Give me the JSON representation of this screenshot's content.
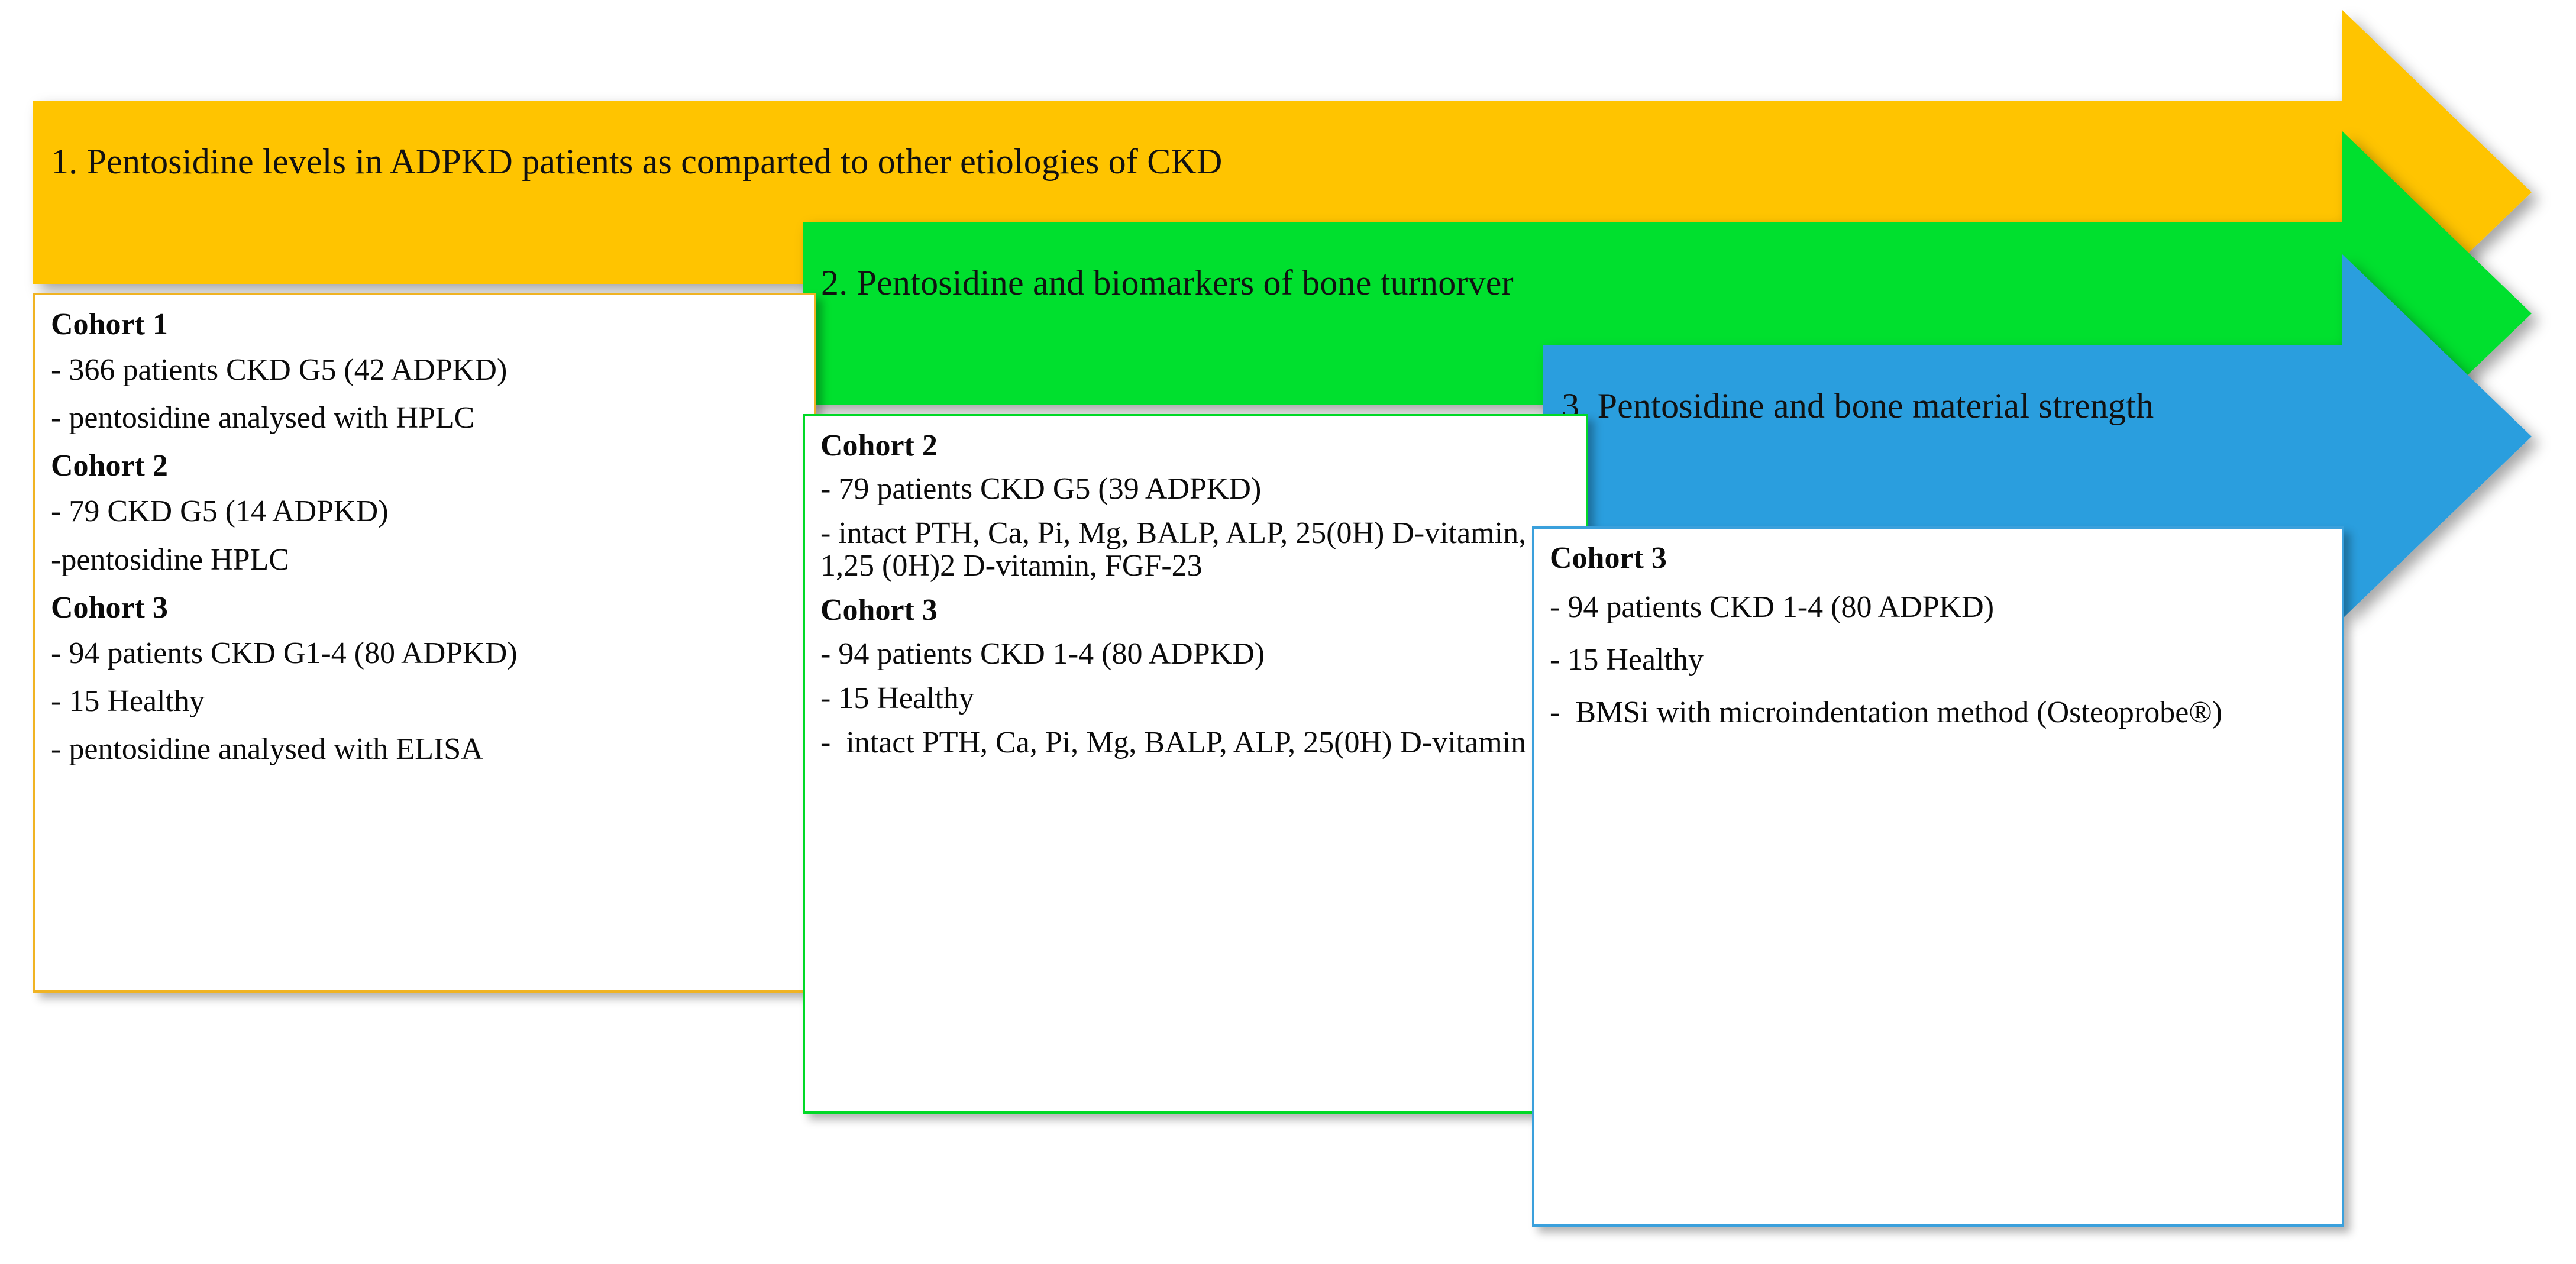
{
  "colors": {
    "arrow_1": "#FFC400",
    "arrow_2": "#04E02E",
    "arrow_3": "#2B9EDE",
    "box_1_border": "#F0B323",
    "box_2_border": "#00D926",
    "box_3_border": "#3AA0DC",
    "text": "#0B0B0B",
    "background": "#FFFFFF"
  },
  "arrows": [
    {
      "id": 1,
      "label": "1. Pentosidine levels in ADPKD patients as comparted to other etiologies of CKD",
      "color": "#FFC400"
    },
    {
      "id": 2,
      "label": "2. Pentosidine and biomarkers of bone turnorver",
      "color": "#04E02E"
    },
    {
      "id": 3,
      "label": "3. Pentosidine and bone material strength",
      "color": "#2B9EDE"
    }
  ],
  "boxes": [
    {
      "id": 1,
      "border_color": "#F0B323",
      "lines": [
        {
          "text": "Cohort 1",
          "bold": true
        },
        {
          "text": "- 366 patients CKD G5 (42 ADPKD)",
          "bold": false
        },
        {
          "text": "- pentosidine analysed with HPLC",
          "bold": false
        },
        {
          "text": "Cohort 2",
          "bold": true
        },
        {
          "text": "- 79 CKD G5 (14 ADPKD)",
          "bold": false
        },
        {
          "text": "-pentosidine HPLC",
          "bold": false
        },
        {
          "text": "Cohort 3",
          "bold": true
        },
        {
          "text": "- 94 patients CKD G1-4 (80 ADPKD)",
          "bold": false
        },
        {
          "text": "- 15 Healthy",
          "bold": false
        },
        {
          "text": "- pentosidine analysed with ELISA",
          "bold": false
        }
      ]
    },
    {
      "id": 2,
      "border_color": "#00D926",
      "lines": [
        {
          "text": "Cohort 2",
          "bold": true
        },
        {
          "text": "- 79 patients CKD G5 (39 ADPKD)",
          "bold": false
        },
        {
          "text": "- intact PTH, Ca, Pi, Mg, BALP, ALP, 25(0H) D-vitamin, 1,25 (0H)2 D-vitamin, FGF-23",
          "bold": false
        },
        {
          "text": "Cohort 3",
          "bold": true
        },
        {
          "text": "- 94 patients CKD 1-4 (80 ADPKD)",
          "bold": false
        },
        {
          "text": "- 15 Healthy",
          "bold": false
        },
        {
          "text": "-  intact PTH, Ca, Pi, Mg, BALP, ALP, 25(0H) D-vitamin",
          "bold": false
        }
      ]
    },
    {
      "id": 3,
      "border_color": "#3AA0DC",
      "lines": [
        {
          "text": "Cohort 3",
          "bold": true
        },
        {
          "text": "- 94 patients CKD 1-4 (80 ADPKD)",
          "bold": false
        },
        {
          "text": "- 15 Healthy",
          "bold": false
        },
        {
          "text": "-  BMSi with microindentation method (Osteoprobe®)",
          "bold": false
        }
      ]
    }
  ]
}
